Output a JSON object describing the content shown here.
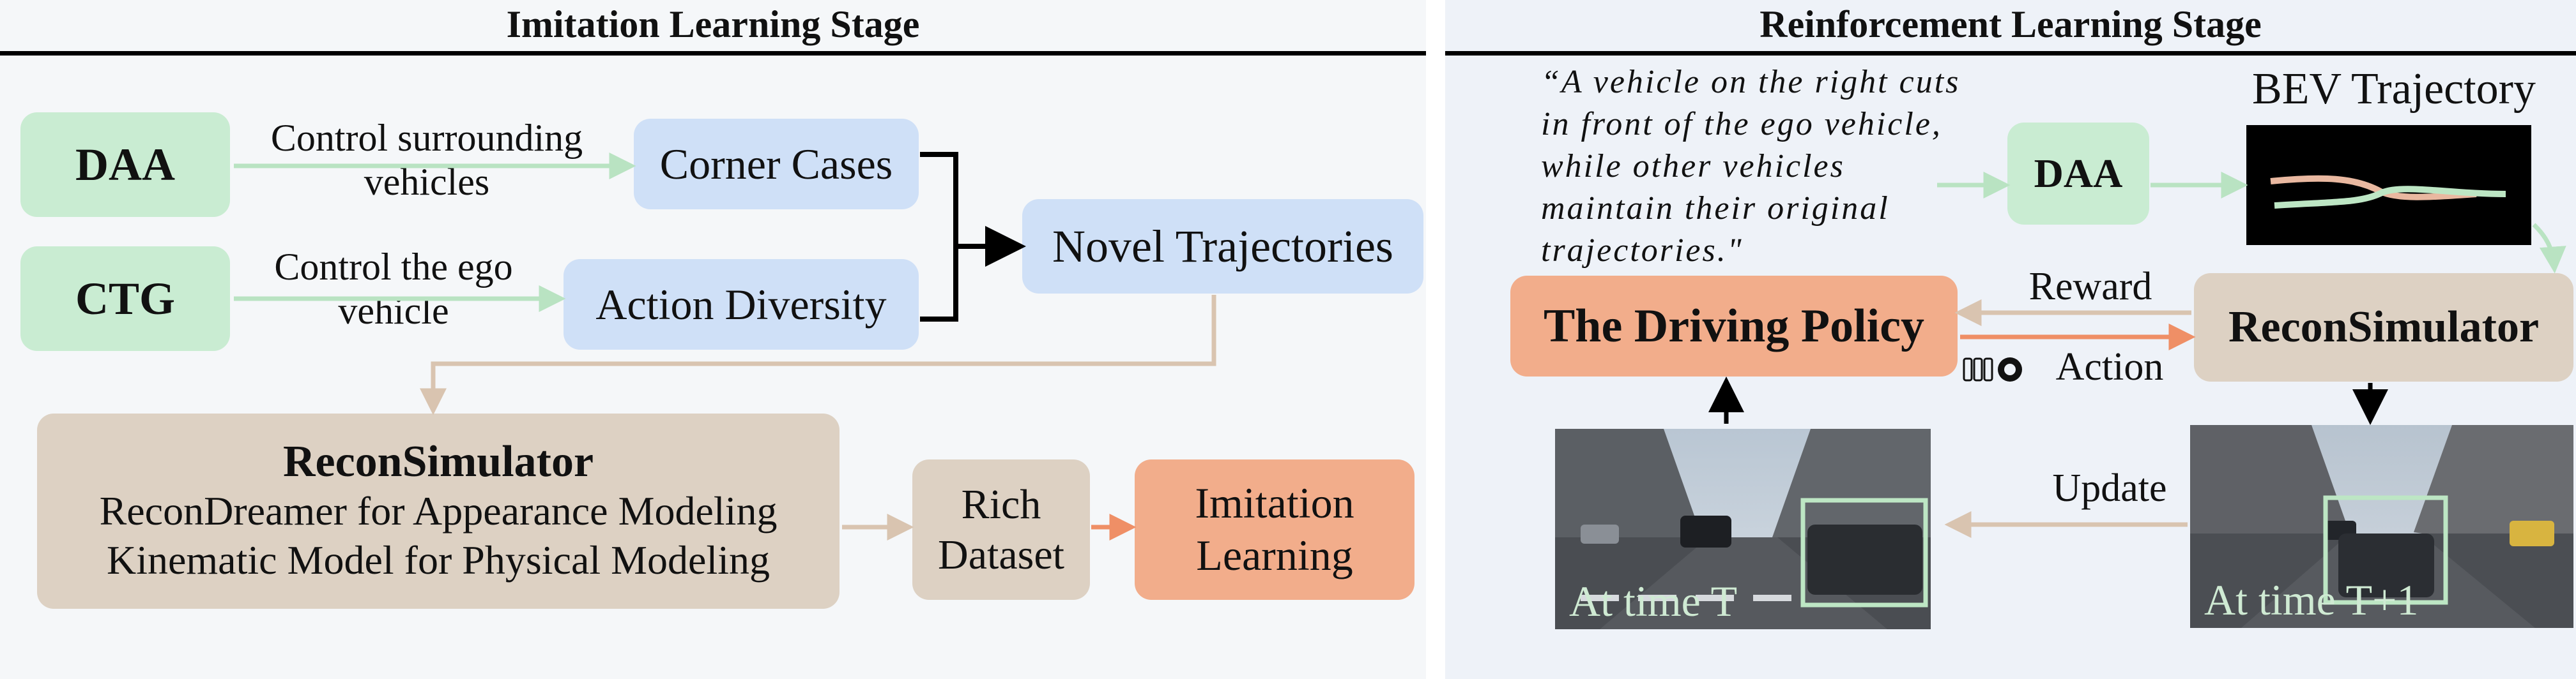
{
  "left": {
    "title": "Imitation Learning Stage",
    "daa": "DAA",
    "ctg": "CTG",
    "daa_edge_label": "Control surrounding vehicles",
    "ctg_edge_label": "Control the ego vehicle",
    "corner_cases": "Corner Cases",
    "action_diversity": "Action Diversity",
    "novel_trajectories": "Novel Trajectories",
    "recon_title": "ReconSimulator",
    "recon_line1": "ReconDreamer for Appearance Modeling",
    "recon_line2": "Kinematic Model for Physical Modeling",
    "rich_dataset": "Rich Dataset",
    "imitation_learning": "Imitation Learning"
  },
  "right": {
    "title": "Reinforcement Learning Stage",
    "prompt": "“A vehicle on the right cuts in front of the ego vehicle, while other vehicles maintain their original trajectories.\"",
    "daa": "DAA",
    "bev_label": "BEV Trajectory",
    "driving_policy": "The Driving Policy",
    "recon": "ReconSimulator",
    "reward": "Reward",
    "action": "Action",
    "update": "Update",
    "time_t": "At time T",
    "time_t1": "At time T+1"
  },
  "colors": {
    "green": "#c9ecd2",
    "blue": "#cfe0f7",
    "tan": "#ddd1c3",
    "salmon": "#f2ad8b",
    "green_arrow": "#b9e3c2",
    "tan_arrow": "#d9c4b0",
    "salmon_arrow": "#ef8f66"
  }
}
